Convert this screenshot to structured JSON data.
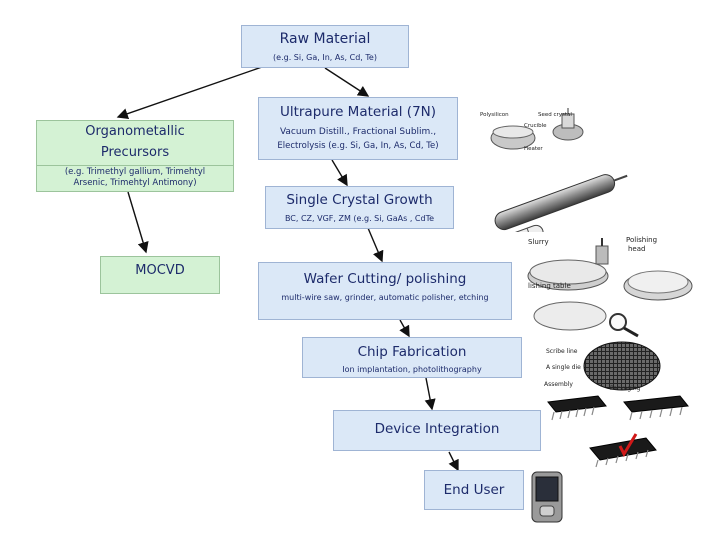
{
  "raw_material": {
    "title": "Raw Material",
    "subtitle": "(e.g. Si, Ga, In, As, Cd, Te)"
  },
  "organometallic": {
    "title_line1": "Organometallic",
    "title_line2": "Precursors",
    "note_line1": "(e.g. Trimethyl gallium, Trimehtyl",
    "note_line2": "Arsenic, Trimehtyl Antimony)"
  },
  "ultrapure": {
    "title": "Ultrapure Material (7N)",
    "line1": "Vacuum Distill., Fractional Sublim.,",
    "line2": "Electrolysis  (e.g. Si, Ga, In, As, Cd, Te)"
  },
  "crystal": {
    "title": "Single Crystal Growth",
    "subtitle": "BC, CZ, VGF, ZM  (e.g. Si, GaAs , CdTe"
  },
  "mocvd": {
    "title": "MOCVD"
  },
  "wafer": {
    "title": "Wafer Cutting/ polishing",
    "subtitle": "multi-wire saw, grinder, automatic polisher, etching"
  },
  "chip": {
    "title": "Chip  Fabrication",
    "subtitle": "Ion implantation, photolithography"
  },
  "device": {
    "title": "Device Integration"
  },
  "end_user": {
    "title": "End User"
  },
  "image_labels": {
    "polysilicon": "Polysilicon",
    "seed_crystal": "Seed crystal",
    "crucible": "Crucible",
    "heater": "Heater",
    "slurry": "Slurry",
    "polishing_head_1": "Polishing",
    "polishing_head_2": "head",
    "polishing_table": "lishing table",
    "scribe_line": "Scribe line",
    "single_die": "A single die",
    "assembly": "Assembly",
    "packaging": "Packaging"
  },
  "colors": {
    "box_fill": "#dbe8f7",
    "green_fill": "#d4f2d4",
    "text": "#1d2b6b"
  }
}
